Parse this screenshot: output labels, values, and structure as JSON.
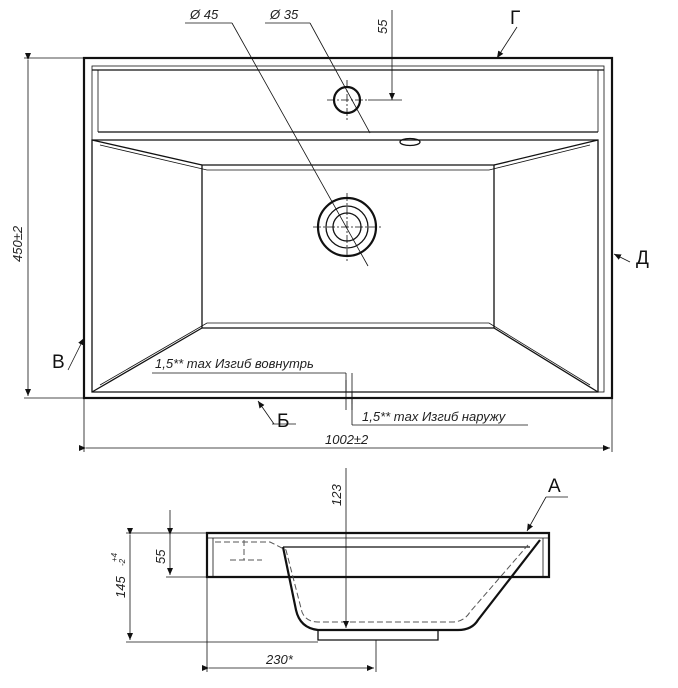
{
  "top_view": {
    "dims": {
      "hole_45": "Ø 45",
      "hole_35": "Ø 35",
      "offset_55": "55",
      "height": "450±2",
      "width": "1002±2",
      "bend_in": "1,5** max Изгиб вовнутрь",
      "bend_out": "1,5** max Изгиб наружу"
    },
    "letters": {
      "G": "Г",
      "D": "Д",
      "V": "В",
      "B": "Б"
    }
  },
  "side_view": {
    "dims": {
      "depth_123": "123",
      "height_145": "145",
      "height_145_tol_upper": "+4",
      "height_145_tol_lower": "-2",
      "rim_55": "55",
      "offset_230": "230*"
    },
    "letters": {
      "A": "А"
    }
  }
}
